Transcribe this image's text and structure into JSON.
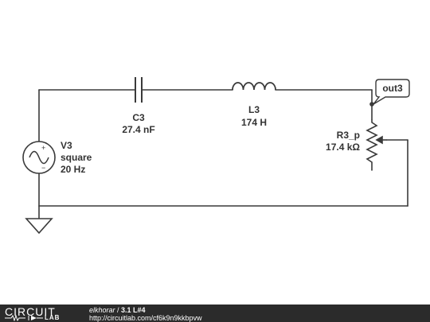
{
  "circuit": {
    "capacitor": {
      "name": "C3",
      "value": "27.4 nF"
    },
    "inductor": {
      "name": "L3",
      "value": "174 H"
    },
    "source": {
      "name": "V3",
      "type": "square",
      "frequency": "20 Hz",
      "polarity_plus": "+",
      "polarity_minus": "−"
    },
    "potentiometer": {
      "name": "R3_p",
      "value": "17.4 kΩ"
    },
    "probe": {
      "label": "out3"
    }
  },
  "footer": {
    "logo_text": "CIRCUIT",
    "logo_sub": "LAB",
    "author": "elkhorar",
    "separator": " / ",
    "title": "3.1 L#4",
    "url": "http://circuitlab.com/cf6k9n9kkbpvw"
  }
}
